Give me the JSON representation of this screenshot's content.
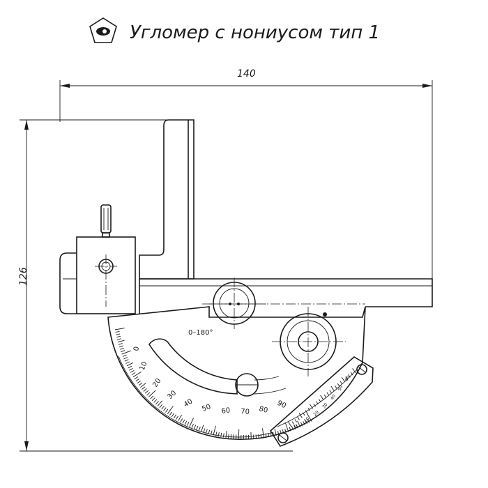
{
  "title": "Угломер с нониусом тип 1",
  "logo": {
    "icon": "pentagon-eye-logo-icon"
  },
  "dimensions": {
    "width_label": "140",
    "height_label": "126"
  },
  "scale": {
    "range_note": "0–180°",
    "main_labels": [
      "0",
      "10",
      "20",
      "30",
      "40",
      "50",
      "60",
      "70",
      "80",
      "90"
    ],
    "vernier_labels": [
      "0",
      "10",
      "20",
      "30",
      "40",
      "50",
      "60"
    ]
  }
}
